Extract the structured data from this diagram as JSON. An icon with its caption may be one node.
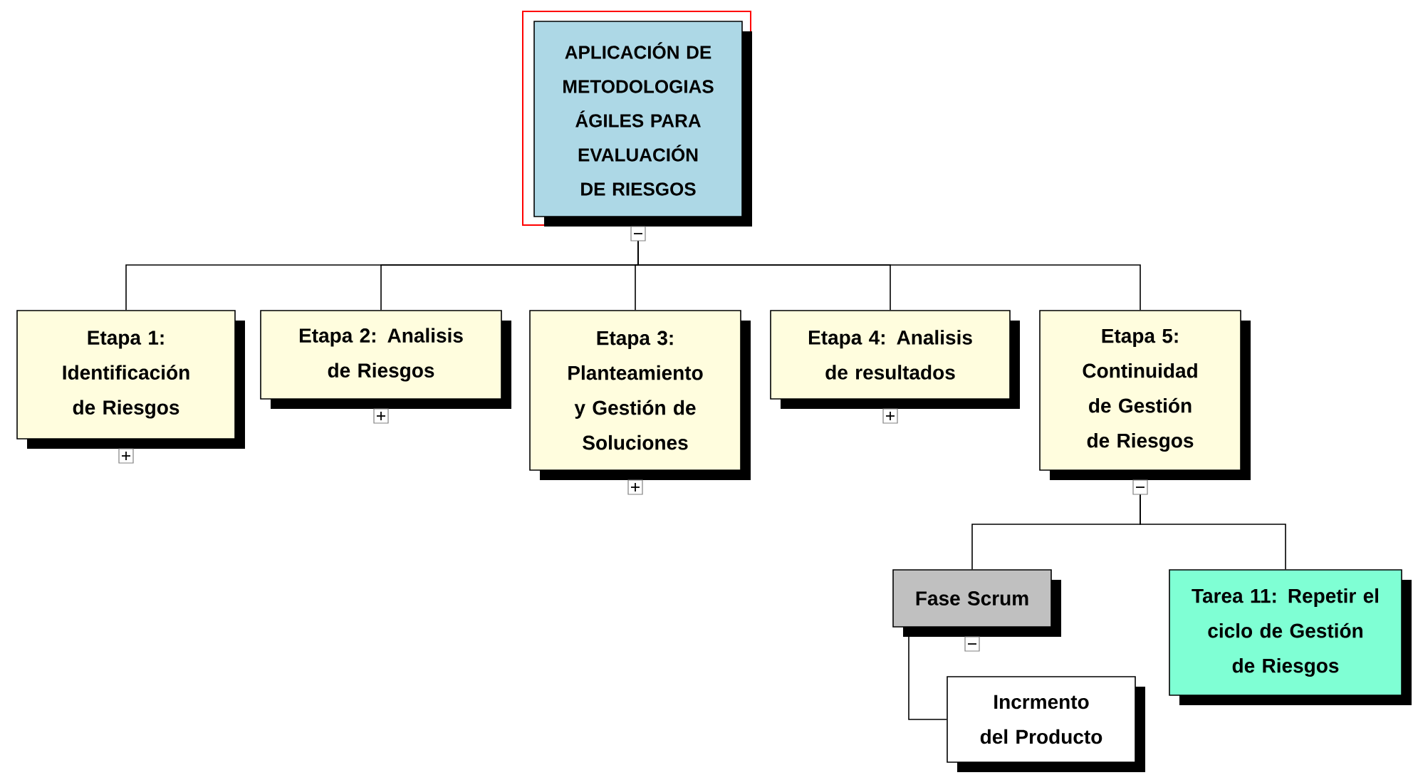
{
  "diagram": {
    "nodes": [
      {
        "text": [
          "APLICACIÓN DE METODOLOGIAS ÁGILES PARA EVALUACIÓN DE RIESGOS"
        ]
      },
      {
        "text": [
          "Etapa 1: Identificación de Riesgos"
        ]
      },
      {
        "text": [
          "Etapa 2: Analisis de Riesgos"
        ]
      },
      {
        "text": [
          "Etapa 3: Planteamiento y Gestión de Soluciones"
        ]
      },
      {
        "text": [
          "Etapa 4: Analisis de resultados"
        ]
      },
      {
        "text": [
          "Etapa 5: Continuidad de Gestión de Riesgos"
        ]
      },
      {
        "text": [
          "Fase Scrum"
        ]
      },
      {
        "text": [
          "Tarea 11: Repetir el ciclo de Gestión de Riesgos"
        ]
      },
      {
        "text": [
          "Incrmento del Producto"
        ]
      }
    ],
    "edges": [
      {
        "from": 0,
        "to": 1,
        "arrow": "none"
      },
      {
        "from": 0,
        "to": 2,
        "arrow": "none"
      },
      {
        "from": 0,
        "to": 3,
        "arrow": "none"
      },
      {
        "from": 0,
        "to": 4,
        "arrow": "none"
      },
      {
        "from": 0,
        "to": 5,
        "arrow": "none"
      },
      {
        "from": 5,
        "to": 6,
        "arrow": "none"
      },
      {
        "from": 5,
        "to": 7,
        "arrow": "none"
      },
      {
        "from": 6,
        "to": 8,
        "arrow": "none"
      }
    ]
  }
}
